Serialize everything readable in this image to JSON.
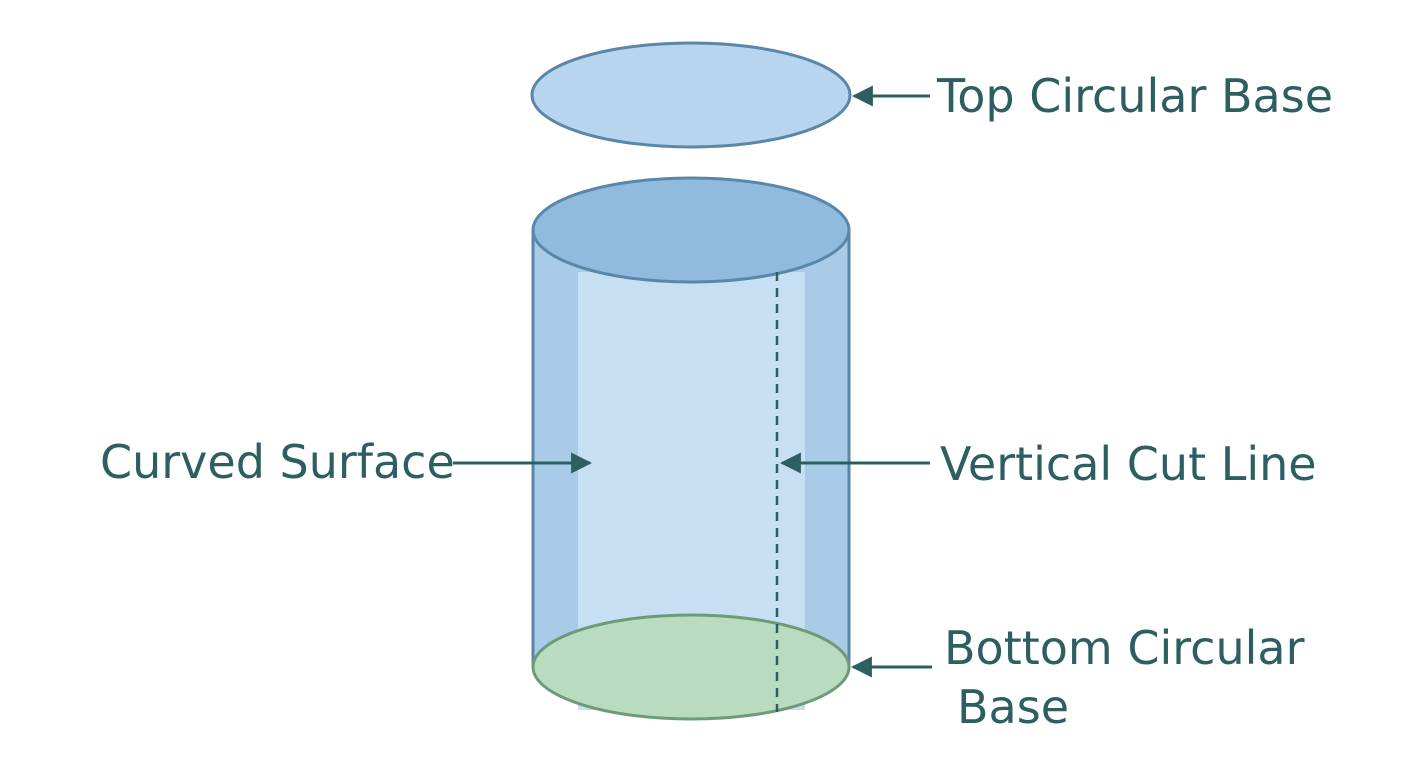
{
  "labels": {
    "top_base": "Top Circular Base",
    "curved_surface": "Curved Surface",
    "cut_line": "Vertical Cut Line",
    "bottom_base_line1": "Bottom Circular",
    "bottom_base_line2": "Base"
  },
  "colors": {
    "label_text": "#2d5f62",
    "arrow": "#2d5f62",
    "outline": "#5a86a8",
    "disk_fill": "#b7d5ee",
    "top_cap_fill": "#90bbdf",
    "side_fill": "#aacbe8",
    "side_highlight": "#c6dff2",
    "bottom_fill": "#b9dcc0",
    "bottom_outline": "#6f9a78"
  }
}
